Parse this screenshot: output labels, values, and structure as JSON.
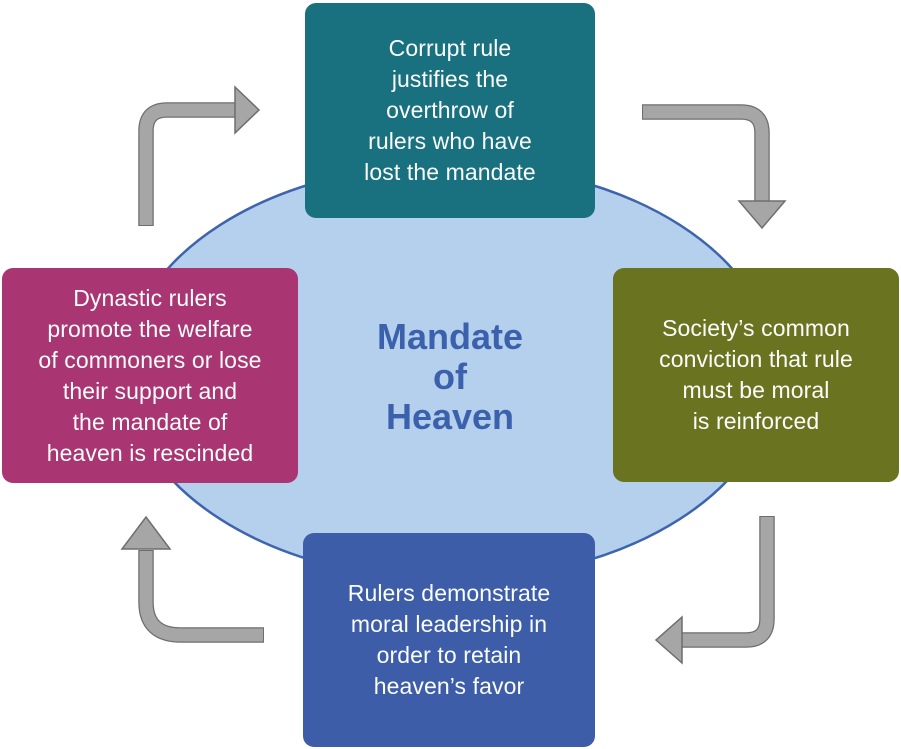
{
  "diagram": {
    "title": {
      "text": "Mandate\nof\nHeaven",
      "color": "#3B60AC"
    },
    "nodes": {
      "top": {
        "text": "Corrupt rule\njustifies the\noverthrow of\nrulers who have\nlost the mandate",
        "color": "#19707F"
      },
      "right": {
        "text": "Society’s common\nconviction that rule\nmust be moral\nis reinforced",
        "color": "#6A7420"
      },
      "bottom": {
        "text": "Rulers demonstrate\nmoral leadership in\norder to retain\nheaven’s favor",
        "color": "#3D5DA9"
      },
      "left": {
        "text": "Dynastic rulers\npromote the welfare\nof commoners or lose\ntheir support and\nthe mandate of\nheaven is rescinded",
        "color": "#A93572"
      }
    },
    "ellipse": {
      "fill": "#B4D0ED",
      "stroke": "#3E64AE"
    },
    "arrow": {
      "fill": "#A6A6A6",
      "stroke": "#6E6E6E"
    },
    "cycle_direction": "clockwise"
  }
}
